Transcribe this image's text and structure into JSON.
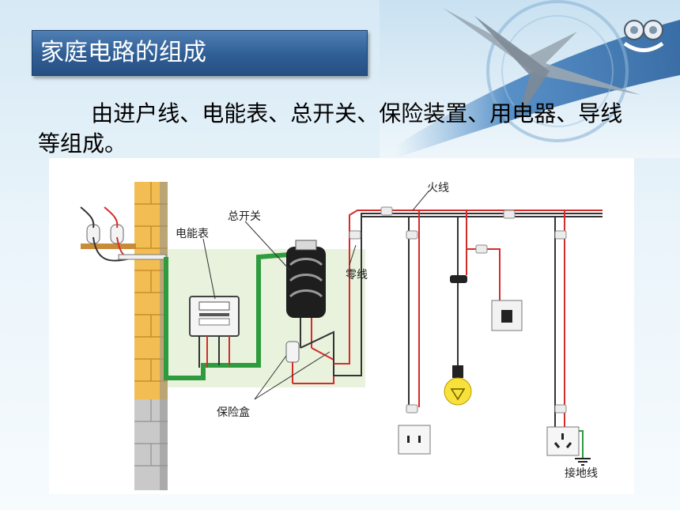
{
  "slide": {
    "title": "家庭电路的组成",
    "intro_text": "由进户线、电能表、总开关、保险装置、用电器、导线等组成。"
  },
  "diagram": {
    "labels": {
      "meter": "电能表",
      "main_switch": "总开关",
      "live_wire": "火线",
      "neutral_wire": "零线",
      "fuse_box": "保险盒",
      "ground_wire": "接地线"
    }
  },
  "colors": {
    "banner": "#2f5e95",
    "live_wire": "#d62b2b",
    "neutral_wire": "#333333",
    "ground_wire": "#2e9b3f",
    "brick": "#f2be54"
  }
}
